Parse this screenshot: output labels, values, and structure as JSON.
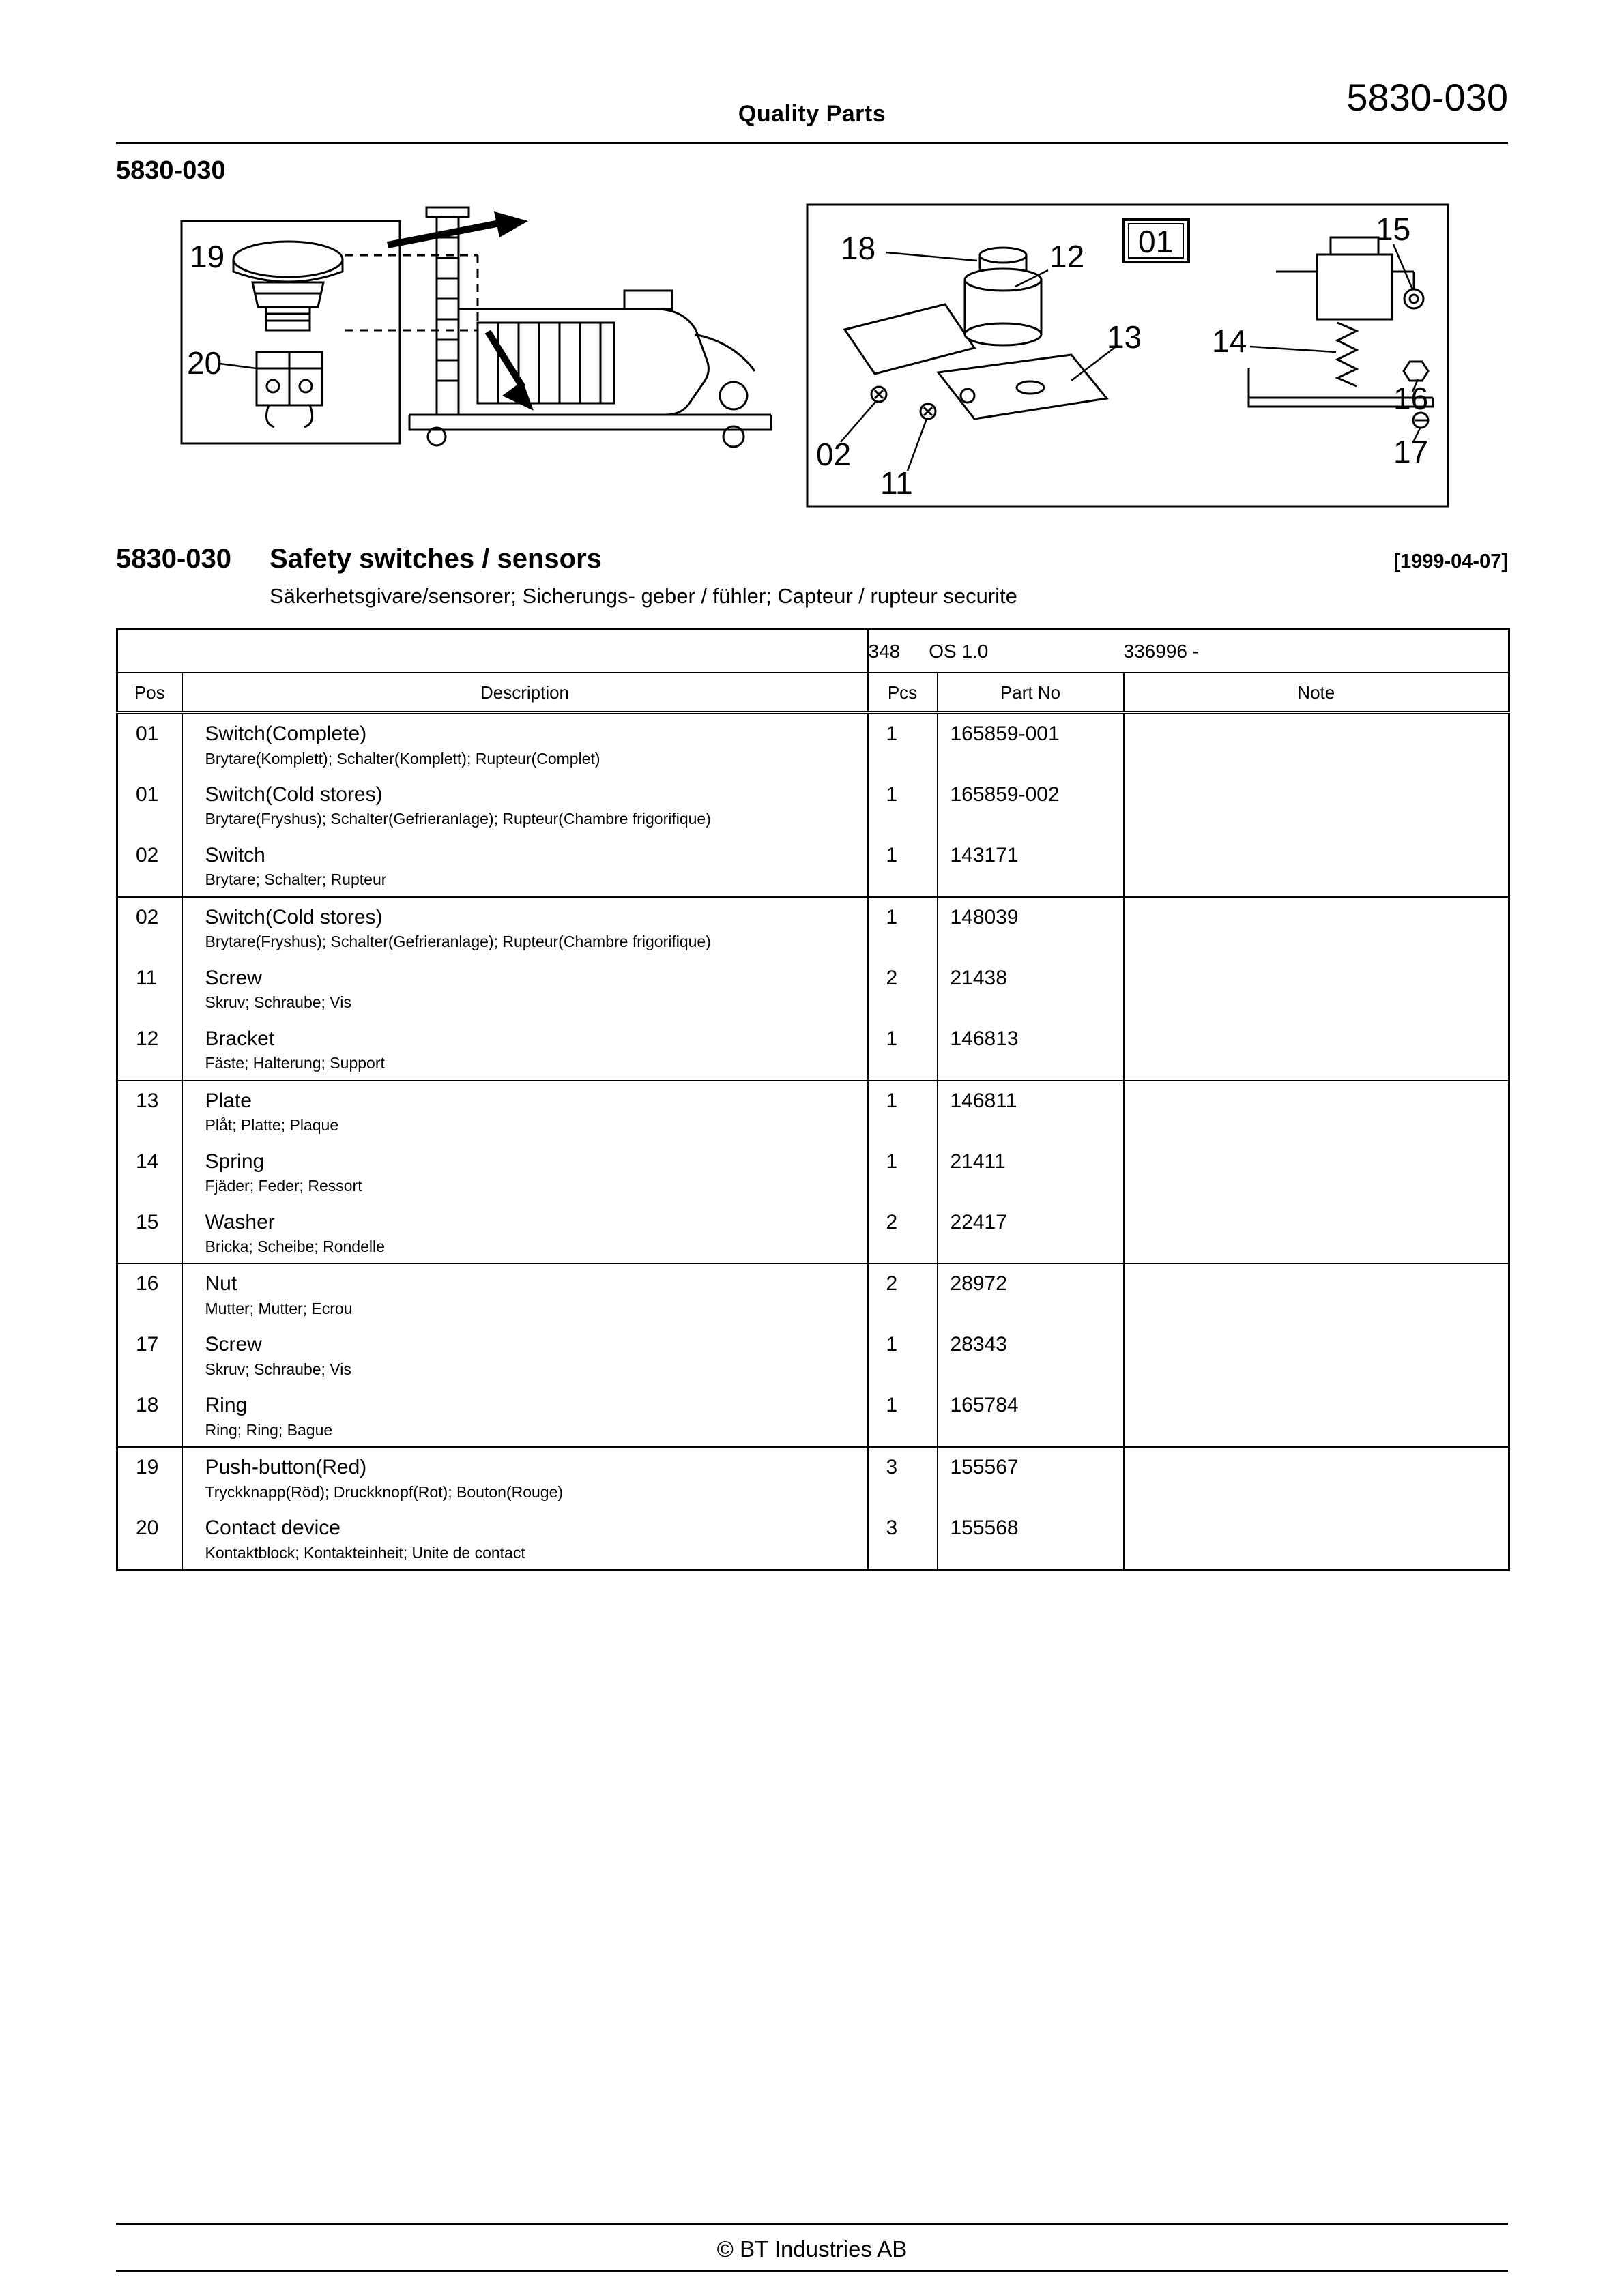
{
  "header": {
    "doc_title": "Quality Parts",
    "page_code": "5830-030",
    "figure_code": "5830-030"
  },
  "figure": {
    "callouts": {
      "c19": "19",
      "c20": "20",
      "c18": "18",
      "c12": "12",
      "c01": "01",
      "c13": "13",
      "c14": "14",
      "c15": "15",
      "c16": "16",
      "c17": "17",
      "c02": "02",
      "c11": "11"
    }
  },
  "section": {
    "code": "5830-030",
    "title": "Safety switches / sensors",
    "date": "[1999-04-07]",
    "subtitle": "Säkerhetsgivare/sensorer; Sicherungs- geber / fühler; Capteur / rupteur securite"
  },
  "table": {
    "meta": {
      "model": "348",
      "version": "OS 1.0",
      "serial": "336996 -"
    },
    "headers": {
      "pos": "Pos",
      "description": "Description",
      "pcs": "Pcs",
      "part_no": "Part No",
      "note": "Note"
    },
    "rows": [
      {
        "pos": "01",
        "desc": "Switch(Complete)",
        "sub": "Brytare(Komplett); Schalter(Komplett); Rupteur(Complet)",
        "pcs": "1",
        "part": "165859-001",
        "note": ""
      },
      {
        "pos": "01",
        "desc": "Switch(Cold stores)",
        "sub": "Brytare(Fryshus); Schalter(Gefrieranlage); Rupteur(Chambre frigorifique)",
        "pcs": "1",
        "part": "165859-002",
        "note": ""
      },
      {
        "pos": "02",
        "desc": "Switch",
        "sub": "Brytare; Schalter; Rupteur",
        "pcs": "1",
        "part": "143171",
        "note": ""
      },
      {
        "pos": "02",
        "desc": "Switch(Cold stores)",
        "sub": "Brytare(Fryshus); Schalter(Gefrieranlage); Rupteur(Chambre frigorifique)",
        "pcs": "1",
        "part": "148039",
        "note": ""
      },
      {
        "pos": "11",
        "desc": "Screw",
        "sub": "Skruv; Schraube; Vis",
        "pcs": "2",
        "part": "21438",
        "note": ""
      },
      {
        "pos": "12",
        "desc": "Bracket",
        "sub": "Fäste; Halterung; Support",
        "pcs": "1",
        "part": "146813",
        "note": ""
      },
      {
        "pos": "13",
        "desc": "Plate",
        "sub": "Plåt; Platte; Plaque",
        "pcs": "1",
        "part": "146811",
        "note": ""
      },
      {
        "pos": "14",
        "desc": "Spring",
        "sub": "Fjäder; Feder; Ressort",
        "pcs": "1",
        "part": "21411",
        "note": ""
      },
      {
        "pos": "15",
        "desc": "Washer",
        "sub": "Bricka; Scheibe; Rondelle",
        "pcs": "2",
        "part": "22417",
        "note": ""
      },
      {
        "pos": "16",
        "desc": "Nut",
        "sub": "Mutter; Mutter; Ecrou",
        "pcs": "2",
        "part": "28972",
        "note": ""
      },
      {
        "pos": "17",
        "desc": "Screw",
        "sub": "Skruv; Schraube; Vis",
        "pcs": "1",
        "part": "28343",
        "note": ""
      },
      {
        "pos": "18",
        "desc": "Ring",
        "sub": "Ring; Ring; Bague",
        "pcs": "1",
        "part": "165784",
        "note": ""
      },
      {
        "pos": "19",
        "desc": "Push-button(Red)",
        "sub": "Tryckknapp(Röd); Druckknopf(Rot); Bouton(Rouge)",
        "pcs": "3",
        "part": "155567",
        "note": ""
      },
      {
        "pos": "20",
        "desc": "Contact device",
        "sub": "Kontaktblock; Kontakteinheit; Unite de contact",
        "pcs": "3",
        "part": "155568",
        "note": ""
      }
    ]
  },
  "footer": {
    "text": "© BT Industries AB"
  }
}
